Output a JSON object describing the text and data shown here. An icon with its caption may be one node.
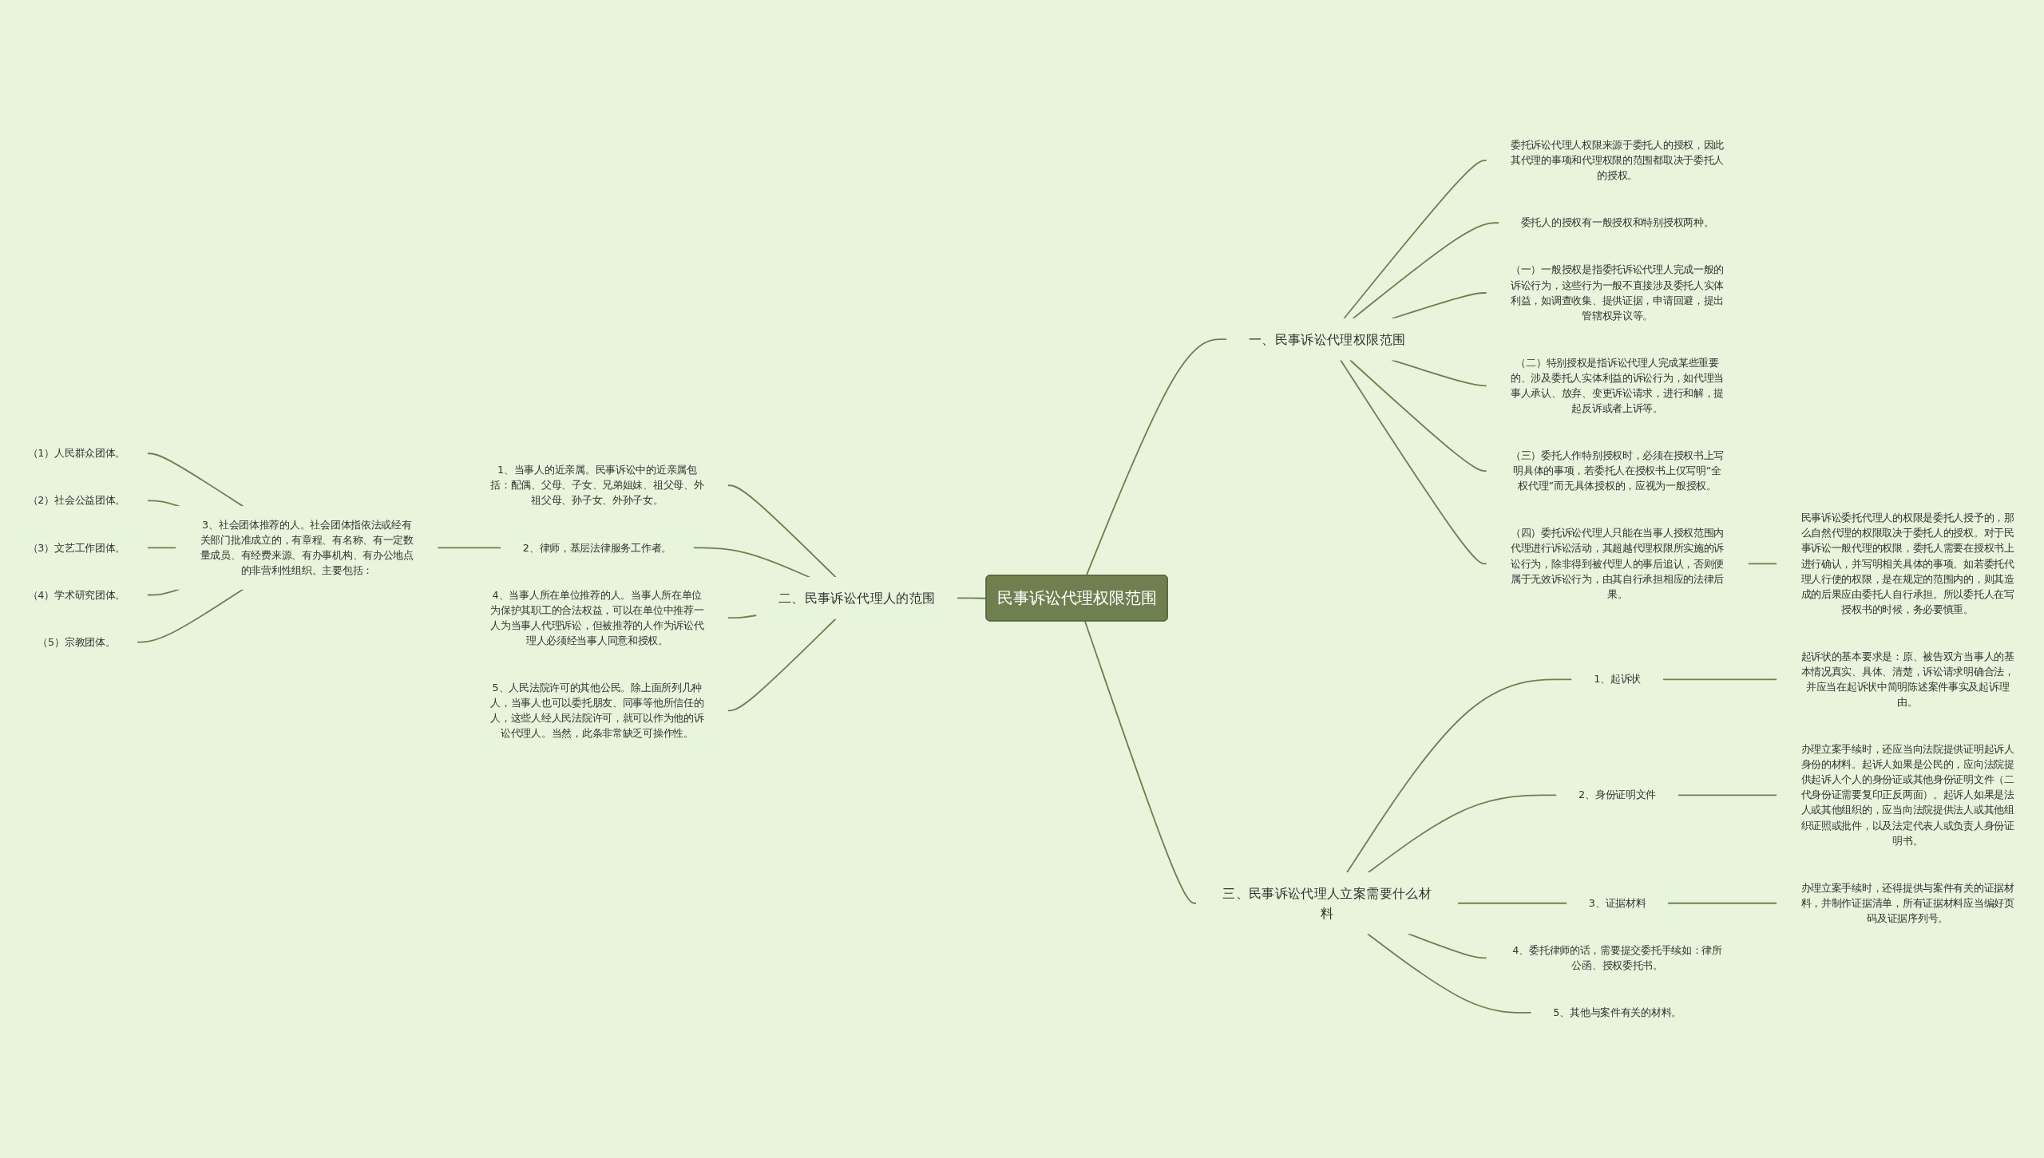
{
  "diagram": {
    "nodes": [
      {
        "text": [
          "民事诉讼代理权限范围"
        ]
      },
      {
        "text": [
          "一、民事诉讼代理权限范围"
        ]
      },
      {
        "text": [
          "委托诉讼代理人权限来源于委托人的授权，因此其代理的事项和代理权限的范围都取决于委托人的授权。"
        ]
      },
      {
        "text": [
          "委托人的授权有一般授权和特别授权两种。"
        ]
      },
      {
        "text": [
          "（一）一般授权是指委托诉讼代理人完成一般的诉讼行为，这些行为一般不直接涉及委托人实体利益，如调查收集、提供证据，申请回避，提出管辖权异议等。"
        ]
      },
      {
        "text": [
          "（二）特别授权是指诉讼代理人完成某些重要的、涉及委托人实体利益的诉讼行为，如代理当事人承认、放弃、变更诉讼请求，进行和解，提起反诉或者上诉等。"
        ]
      },
      {
        "text": [
          "（三）委托人作特别授权时，必须在授权书上写明具体的事项，若委托人在授权书上仅写明“全权代理”而无具体授权的，应视为一般授权。"
        ]
      },
      {
        "text": [
          "（四）委托诉讼代理人只能在当事人授权范围内代理进行诉讼活动，其超越代理权限所实施的诉讼行为，除非得到被代理人的事后追认，否则便属于无效诉讼行为，由其自行承担相应的法律后果。"
        ]
      },
      {
        "text": [
          "民事诉讼委托代理人的权限是委托人授予的，那么自然代理的权限取决于委托人的授权。对于民事诉讼一般代理的权限，委托人需要在授权书上进行确认，并写明相关具体的事项。如若委托代理人行使的权限，是在规定的范围内的，则其造成的后果应由委托人自行承担。所以委托人在写授权书的时候，务必要慎重。"
        ]
      },
      {
        "text": [
          "二、民事诉讼代理人的范围"
        ]
      },
      {
        "text": [
          "1、当事人的近亲属。民事诉讼中的近亲属包括：配偶、父母、子女、兄弟姐妹、祖父母、外祖父母、孙子女、外孙子女。"
        ]
      },
      {
        "text": [
          "2、律师，基层法律服务工作者。"
        ]
      },
      {
        "text": [
          "3、社会团体推荐的人。社会团体指依法或经有关部门批准成立的，有章程、有名称、有一定数量成员、有经费来源、有办事机构、有办公地点的非营利性组织。主要包括："
        ]
      },
      {
        "text": [
          "（1）人民群众团体。"
        ]
      },
      {
        "text": [
          "（2）社会公益团体。"
        ]
      },
      {
        "text": [
          "（3）文艺工作团体。"
        ]
      },
      {
        "text": [
          "（4）学术研究团体。"
        ]
      },
      {
        "text": [
          "（5）宗教团体。"
        ]
      },
      {
        "text": [
          "4、当事人所在单位推荐的人。当事人所在单位为保护其职工的合法权益，可以在单位中推荐一人为当事人代理诉讼，但被推荐的人作为诉讼代理人必须经当事人同意和授权。"
        ]
      },
      {
        "text": [
          "5、人民法院许可的其他公民。除上面所列几种人，当事人也可以委托朋友、同事等他所信任的人，这些人经人民法院许可，就可以作为他的诉讼代理人。当然，此条非常缺乏可操作性。"
        ]
      },
      {
        "text": [
          "三、民事诉讼代理人立案需要什么材料"
        ]
      },
      {
        "text": [
          "1、起诉状"
        ]
      },
      {
        "text": [
          "起诉状的基本要求是：原、被告双方当事人的基本情况真实、具体、清楚，诉讼请求明确合法，并应当在起诉状中简明陈述案件事实及起诉理由。"
        ]
      },
      {
        "text": [
          "2、身份证明文件"
        ]
      },
      {
        "text": [
          "办理立案手续时，还应当向法院提供证明起诉人身份的材料。起诉人如果是公民的，应向法院提供起诉人个人的身份证或其他身份证明文件（二代身份证需要复印正反两面）。起诉人如果是法人或其他组织的，应当向法院提供法人或其他组织证照或批件，以及法定代表人或负责人身份证明书。"
        ]
      },
      {
        "text": [
          "3、证据材料"
        ]
      },
      {
        "text": [
          "办理立案手续时，还得提供与案件有关的证据材料，并制作证据清单，所有证据材料应当编好页码及证据序列号。"
        ]
      },
      {
        "text": [
          "4、委托律师的话，需要提交委托手续如：律所公函、授权委托书。"
        ]
      },
      {
        "text": [
          "5、其他与案件有关的材料。"
        ]
      }
    ],
    "edges": [
      {
        "from": 0,
        "to": 1,
        "arrow": "none"
      },
      {
        "from": 1,
        "to": 2,
        "arrow": "none"
      },
      {
        "from": 1,
        "to": 3,
        "arrow": "none"
      },
      {
        "from": 1,
        "to": 4,
        "arrow": "none"
      },
      {
        "from": 1,
        "to": 5,
        "arrow": "none"
      },
      {
        "from": 1,
        "to": 6,
        "arrow": "none"
      },
      {
        "from": 1,
        "to": 7,
        "arrow": "none"
      },
      {
        "from": 7,
        "to": 8,
        "arrow": "none"
      },
      {
        "from": 0,
        "to": 9,
        "arrow": "none"
      },
      {
        "from": 9,
        "to": 10,
        "arrow": "none"
      },
      {
        "from": 9,
        "to": 11,
        "arrow": "none"
      },
      {
        "from": 11,
        "to": 12,
        "arrow": "none"
      },
      {
        "from": 12,
        "to": 13,
        "arrow": "none"
      },
      {
        "from": 12,
        "to": 14,
        "arrow": "none"
      },
      {
        "from": 12,
        "to": 15,
        "arrow": "none"
      },
      {
        "from": 12,
        "to": 16,
        "arrow": "none"
      },
      {
        "from": 12,
        "to": 17,
        "arrow": "none"
      },
      {
        "from": 9,
        "to": 18,
        "arrow": "none"
      },
      {
        "from": 9,
        "to": 19,
        "arrow": "none"
      },
      {
        "from": 0,
        "to": 20,
        "arrow": "none"
      },
      {
        "from": 20,
        "to": 21,
        "arrow": "none"
      },
      {
        "from": 21,
        "to": 22,
        "arrow": "none"
      },
      {
        "from": 20,
        "to": 23,
        "arrow": "none"
      },
      {
        "from": 23,
        "to": 24,
        "arrow": "none"
      },
      {
        "from": 20,
        "to": 25,
        "arrow": "none"
      },
      {
        "from": 25,
        "to": 26,
        "arrow": "none"
      },
      {
        "from": 20,
        "to": 27,
        "arrow": "none"
      },
      {
        "from": 20,
        "to": 28,
        "arrow": "none"
      }
    ]
  }
}
